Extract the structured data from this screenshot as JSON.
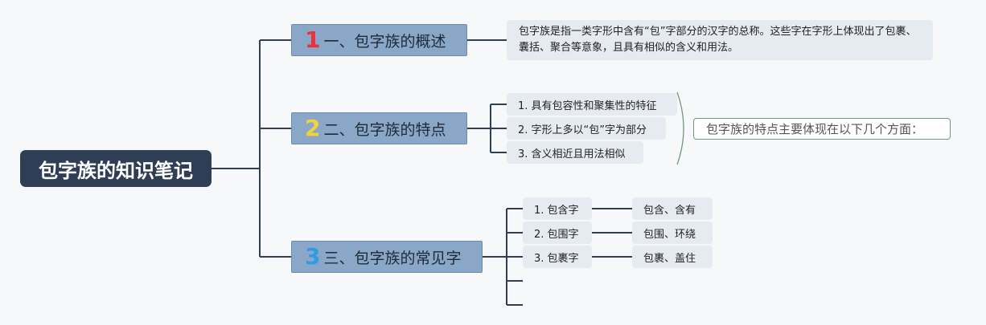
{
  "root": {
    "title": "包字族的知识笔记"
  },
  "branches": [
    {
      "number": "1",
      "title": "一、包字族的概述",
      "description": "包字族是指一类字形中含有“包”字部分的汉字的总称。这些字在字形上体现出了包裹、囊括、聚合等意象，且具有相似的含义和用法。"
    },
    {
      "number": "2",
      "title": "二、包字族的特点",
      "items": [
        "1. 具有包容性和聚集性的特征",
        "2. 字形上多以“包”字为部分",
        "3. 含义相近且用法相似"
      ],
      "summary": "包字族的特点主要体现在以下几个方面："
    },
    {
      "number": "3",
      "title": "三、包字族的常见字",
      "items": [
        {
          "label": "1. 包含字",
          "example": "包含、含有"
        },
        {
          "label": "2. 包围字",
          "example": "包围、环绕"
        },
        {
          "label": "3. 包裹字",
          "example": "包裹、盖住"
        }
      ]
    }
  ],
  "colors": {
    "root_bg": "#2f3e54",
    "branch_bg": "#8aa7c8",
    "leaf_bg": "#e6eaf1",
    "line": "#2f3e54",
    "number_1": "#e8323c",
    "number_2": "#f4d338",
    "number_3": "#2f9be3",
    "summary_border": "#6c9a7c"
  }
}
